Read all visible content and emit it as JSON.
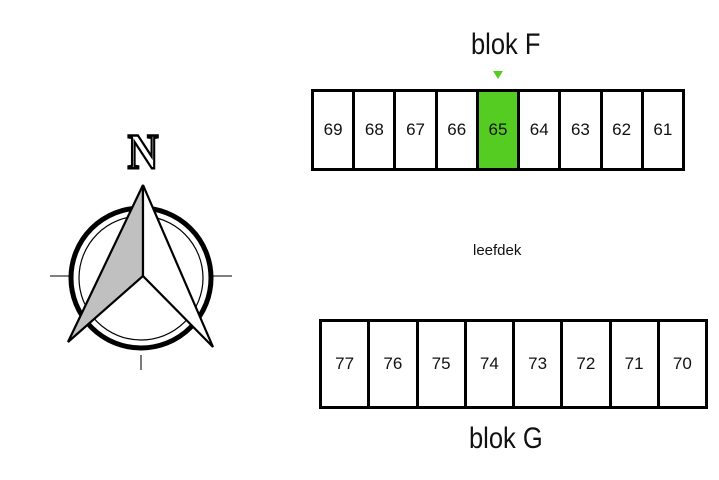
{
  "compass": {
    "letter": "N",
    "icon": "north-arrow-compass-icon"
  },
  "block_f": {
    "title": "blok F",
    "spots": [
      "69",
      "68",
      "67",
      "66",
      "65",
      "64",
      "63",
      "62",
      "61"
    ],
    "selected": "65",
    "selected_color": "#55cc22"
  },
  "aisle_label": "leefdek",
  "block_g": {
    "title": "blok G",
    "spots": [
      "77",
      "76",
      "75",
      "74",
      "73",
      "72",
      "71",
      "70"
    ]
  }
}
